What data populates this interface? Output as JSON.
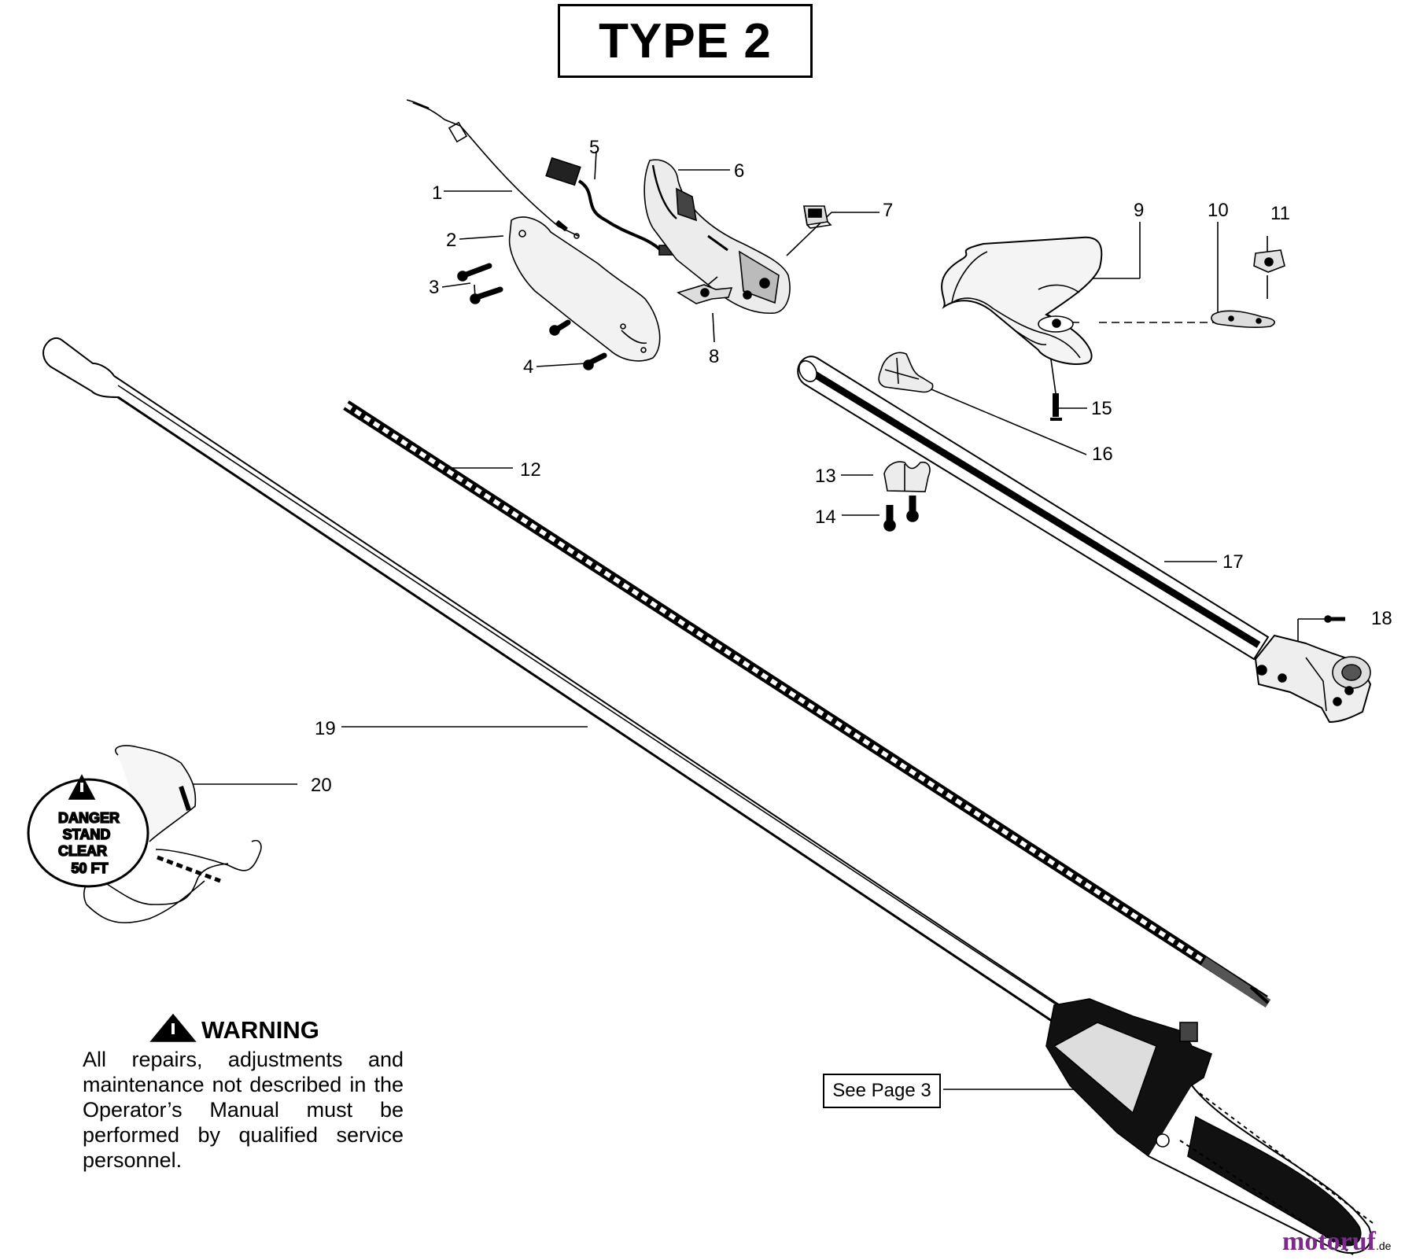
{
  "title": "TYPE 2",
  "callouts": {
    "c1": "1",
    "c2": "2",
    "c3": "3",
    "c4": "4",
    "c5": "5",
    "c6": "6",
    "c7": "7",
    "c8": "8",
    "c9": "9",
    "c10": "10",
    "c11": "11",
    "c12": "12",
    "c13": "13",
    "c14": "14",
    "c15": "15",
    "c16": "16",
    "c17": "17",
    "c18": "18",
    "c19": "19",
    "c20": "20"
  },
  "strap_badge": {
    "line1": "DANGER",
    "line2": "STAND",
    "line3": "CLEAR",
    "line4": "50 FT"
  },
  "warning": {
    "heading": "WARNING",
    "body": "All repairs, adjustments and maintenance not described in the Operator’s Manual must be performed by qualified service personnel."
  },
  "see_page": "See Page 3",
  "watermark": {
    "name": "motoruf",
    "suffix": ".de"
  }
}
